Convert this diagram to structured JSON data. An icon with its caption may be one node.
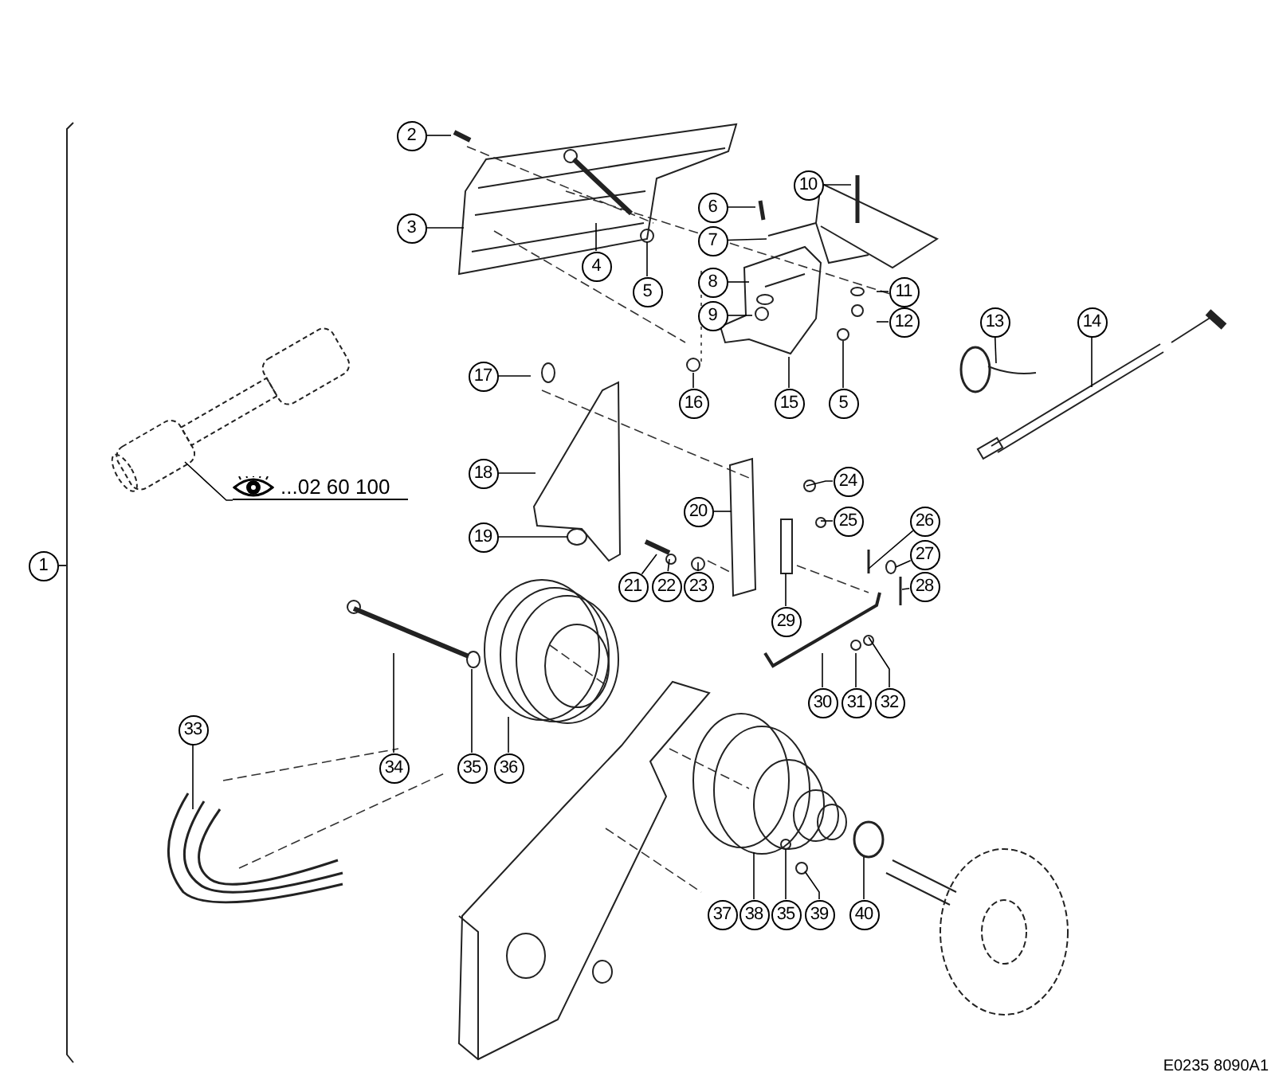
{
  "diagram": {
    "nodes": [
      {
        "text": [
          "1"
        ]
      },
      {
        "text": [
          "2"
        ]
      },
      {
        "text": [
          "3"
        ]
      },
      {
        "text": [
          "4"
        ]
      },
      {
        "text": [
          "5"
        ]
      },
      {
        "text": [
          "6"
        ]
      },
      {
        "text": [
          "7"
        ]
      },
      {
        "text": [
          "8"
        ]
      },
      {
        "text": [
          "9"
        ]
      },
      {
        "text": [
          "10"
        ]
      },
      {
        "text": [
          "11"
        ]
      },
      {
        "text": [
          "12"
        ]
      },
      {
        "text": [
          "13"
        ]
      },
      {
        "text": [
          "14"
        ]
      },
      {
        "text": [
          "15"
        ]
      },
      {
        "text": [
          "16"
        ]
      },
      {
        "text": [
          "5"
        ]
      },
      {
        "text": [
          "...02 60 100"
        ]
      },
      {
        "text": [
          "17"
        ]
      },
      {
        "text": [
          "18"
        ]
      },
      {
        "text": [
          "19"
        ]
      },
      {
        "text": [
          "20"
        ]
      },
      {
        "text": [
          "21"
        ]
      },
      {
        "text": [
          "22"
        ]
      },
      {
        "text": [
          "23"
        ]
      },
      {
        "text": [
          "24"
        ]
      },
      {
        "text": [
          "25"
        ]
      },
      {
        "text": [
          "26"
        ]
      },
      {
        "text": [
          "27"
        ]
      },
      {
        "text": [
          "28"
        ]
      },
      {
        "text": [
          "29"
        ]
      },
      {
        "text": [
          "30"
        ]
      },
      {
        "text": [
          "31"
        ]
      },
      {
        "text": [
          "32"
        ]
      },
      {
        "text": [
          "33"
        ]
      },
      {
        "text": [
          "34"
        ]
      },
      {
        "text": [
          "35"
        ]
      },
      {
        "text": [
          "36"
        ]
      },
      {
        "text": [
          "37"
        ]
      },
      {
        "text": [
          "38"
        ]
      },
      {
        "text": [
          "35"
        ]
      },
      {
        "text": [
          "39"
        ]
      },
      {
        "text": [
          "40"
        ]
      }
    ],
    "edges": [
      {
        "from": 1,
        "to": null,
        "arrow": "none"
      },
      {
        "from": 2,
        "to": null,
        "arrow": "none"
      },
      {
        "from": 3,
        "to": null,
        "arrow": "none"
      },
      {
        "from": 4,
        "to": null,
        "arrow": "none"
      },
      {
        "from": 5,
        "to": null,
        "arrow": "none"
      },
      {
        "from": 6,
        "to": null,
        "arrow": "none"
      },
      {
        "from": 7,
        "to": null,
        "arrow": "none"
      },
      {
        "from": 8,
        "to": null,
        "arrow": "none"
      },
      {
        "from": 9,
        "to": null,
        "arrow": "none"
      },
      {
        "from": 10,
        "to": null,
        "arrow": "none"
      },
      {
        "from": 11,
        "to": null,
        "arrow": "none"
      },
      {
        "from": 12,
        "to": null,
        "arrow": "none"
      },
      {
        "from": 13,
        "to": null,
        "arrow": "none"
      },
      {
        "from": 14,
        "to": null,
        "arrow": "none"
      },
      {
        "from": 15,
        "to": null,
        "arrow": "none"
      },
      {
        "from": 16,
        "to": null,
        "arrow": "none"
      },
      {
        "from": 17,
        "to": null,
        "arrow": "none"
      },
      {
        "from": 18,
        "to": null,
        "arrow": "none"
      },
      {
        "from": 19,
        "to": null,
        "arrow": "none"
      },
      {
        "from": 20,
        "to": null,
        "arrow": "none"
      },
      {
        "from": 21,
        "to": null,
        "arrow": "none"
      },
      {
        "from": 22,
        "to": null,
        "arrow": "none"
      },
      {
        "from": 23,
        "to": null,
        "arrow": "none"
      },
      {
        "from": 24,
        "to": null,
        "arrow": "none"
      },
      {
        "from": 25,
        "to": null,
        "arrow": "none"
      },
      {
        "from": 26,
        "to": null,
        "arrow": "none"
      },
      {
        "from": 27,
        "to": null,
        "arrow": "none"
      },
      {
        "from": 28,
        "to": null,
        "arrow": "none"
      },
      {
        "from": 29,
        "to": null,
        "arrow": "none"
      },
      {
        "from": 30,
        "to": null,
        "arrow": "none"
      },
      {
        "from": 31,
        "to": null,
        "arrow": "none"
      },
      {
        "from": 32,
        "to": null,
        "arrow": "none"
      },
      {
        "from": 33,
        "to": null,
        "arrow": "none"
      },
      {
        "from": 34,
        "to": null,
        "arrow": "none"
      },
      {
        "from": 35,
        "to": null,
        "arrow": "none"
      },
      {
        "from": 36,
        "to": null,
        "arrow": "none"
      },
      {
        "from": 37,
        "to": null,
        "arrow": "none"
      },
      {
        "from": 39,
        "to": null,
        "arrow": "none"
      },
      {
        "from": 40,
        "to": null,
        "arrow": "none"
      },
      {
        "from": 41,
        "to": null,
        "arrow": "none"
      },
      {
        "from": 42,
        "to": null,
        "arrow": "none"
      }
    ],
    "labels": [
      "E0235 8090A1"
    ]
  }
}
